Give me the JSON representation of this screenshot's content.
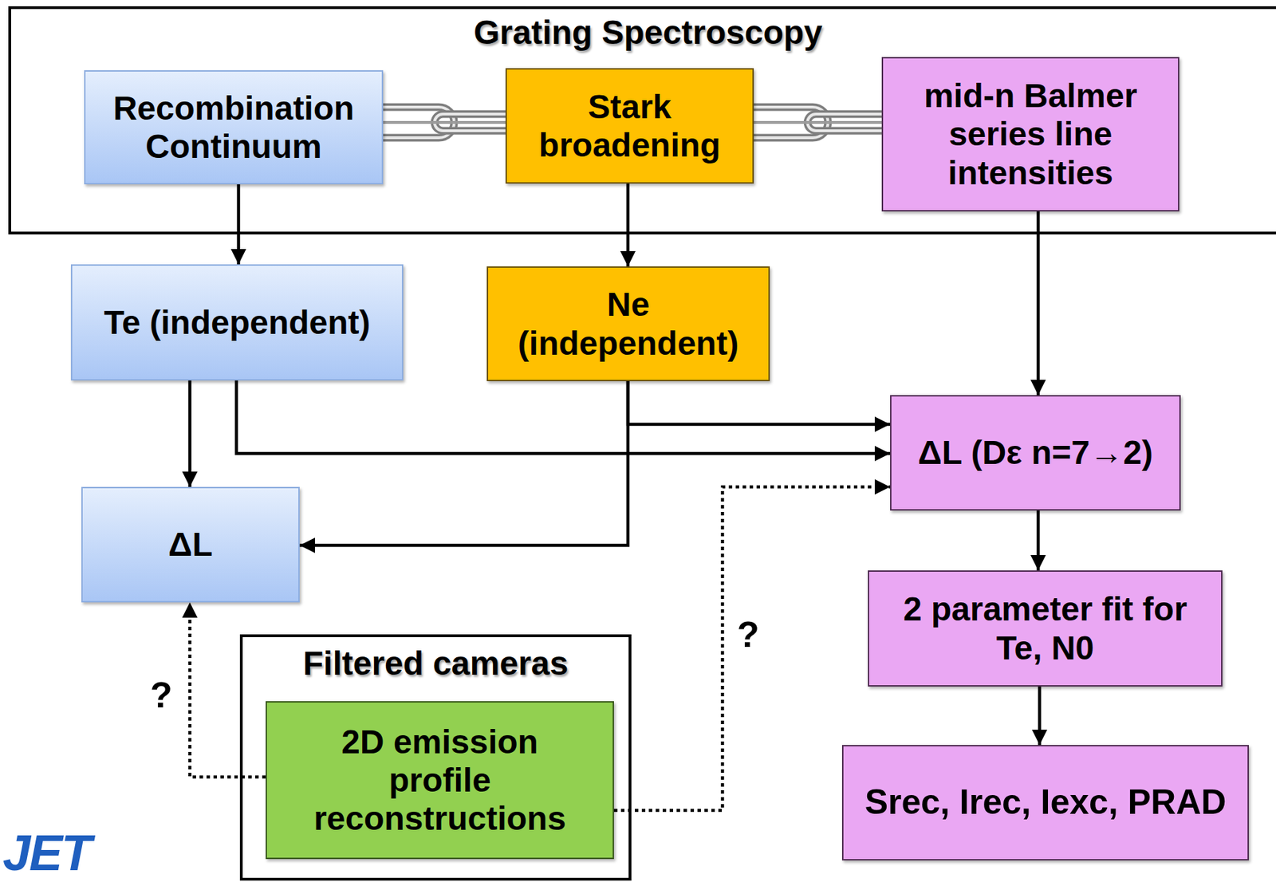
{
  "diagram": {
    "nodes": [
      {
        "text": [
          "Grating Spectroscopy"
        ]
      },
      {
        "text": [
          "Recombination Continuum"
        ],
        "in": 0
      },
      {
        "text": [
          "Stark broadening"
        ],
        "in": 0
      },
      {
        "text": [
          "mid-n Balmer series line intensities"
        ],
        "in": 0
      },
      {
        "text": [
          "Te (independent)"
        ]
      },
      {
        "text": [
          "Ne (independent)"
        ]
      },
      {
        "text": [
          "ΔL (Dε n=7→2)"
        ]
      },
      {
        "text": [
          "ΔL"
        ]
      },
      {
        "text": [
          "2 parameter fit for Te, N0"
        ]
      },
      {
        "text": [
          "Filtered cameras"
        ]
      },
      {
        "text": [
          "2D emission profile reconstructions"
        ],
        "in": 9
      },
      {
        "text": [
          "Srec, Irec, Iexc, PRAD"
        ]
      }
    ],
    "edges": [
      {
        "from": 1,
        "to": 2,
        "arrow": "none"
      },
      {
        "from": 2,
        "to": 3,
        "arrow": "none"
      },
      {
        "from": 1,
        "to": 4,
        "arrow": "to"
      },
      {
        "from": 2,
        "to": 5,
        "arrow": "to"
      },
      {
        "from": 3,
        "to": 6,
        "arrow": "to"
      },
      {
        "from": 4,
        "to": 7,
        "arrow": "to"
      },
      {
        "from": 4,
        "to": 6,
        "arrow": "to"
      },
      {
        "from": 5,
        "to": 6,
        "arrow": "to"
      },
      {
        "from": 5,
        "to": 7,
        "arrow": "to"
      },
      {
        "from": 10,
        "to": 7,
        "label": "?",
        "arrow": "to"
      },
      {
        "from": 10,
        "to": 6,
        "label": "?",
        "arrow": "to"
      },
      {
        "from": 6,
        "to": 8,
        "arrow": "to"
      },
      {
        "from": 8,
        "to": 11,
        "arrow": "to"
      }
    ],
    "labels": [
      "JET"
    ]
  }
}
